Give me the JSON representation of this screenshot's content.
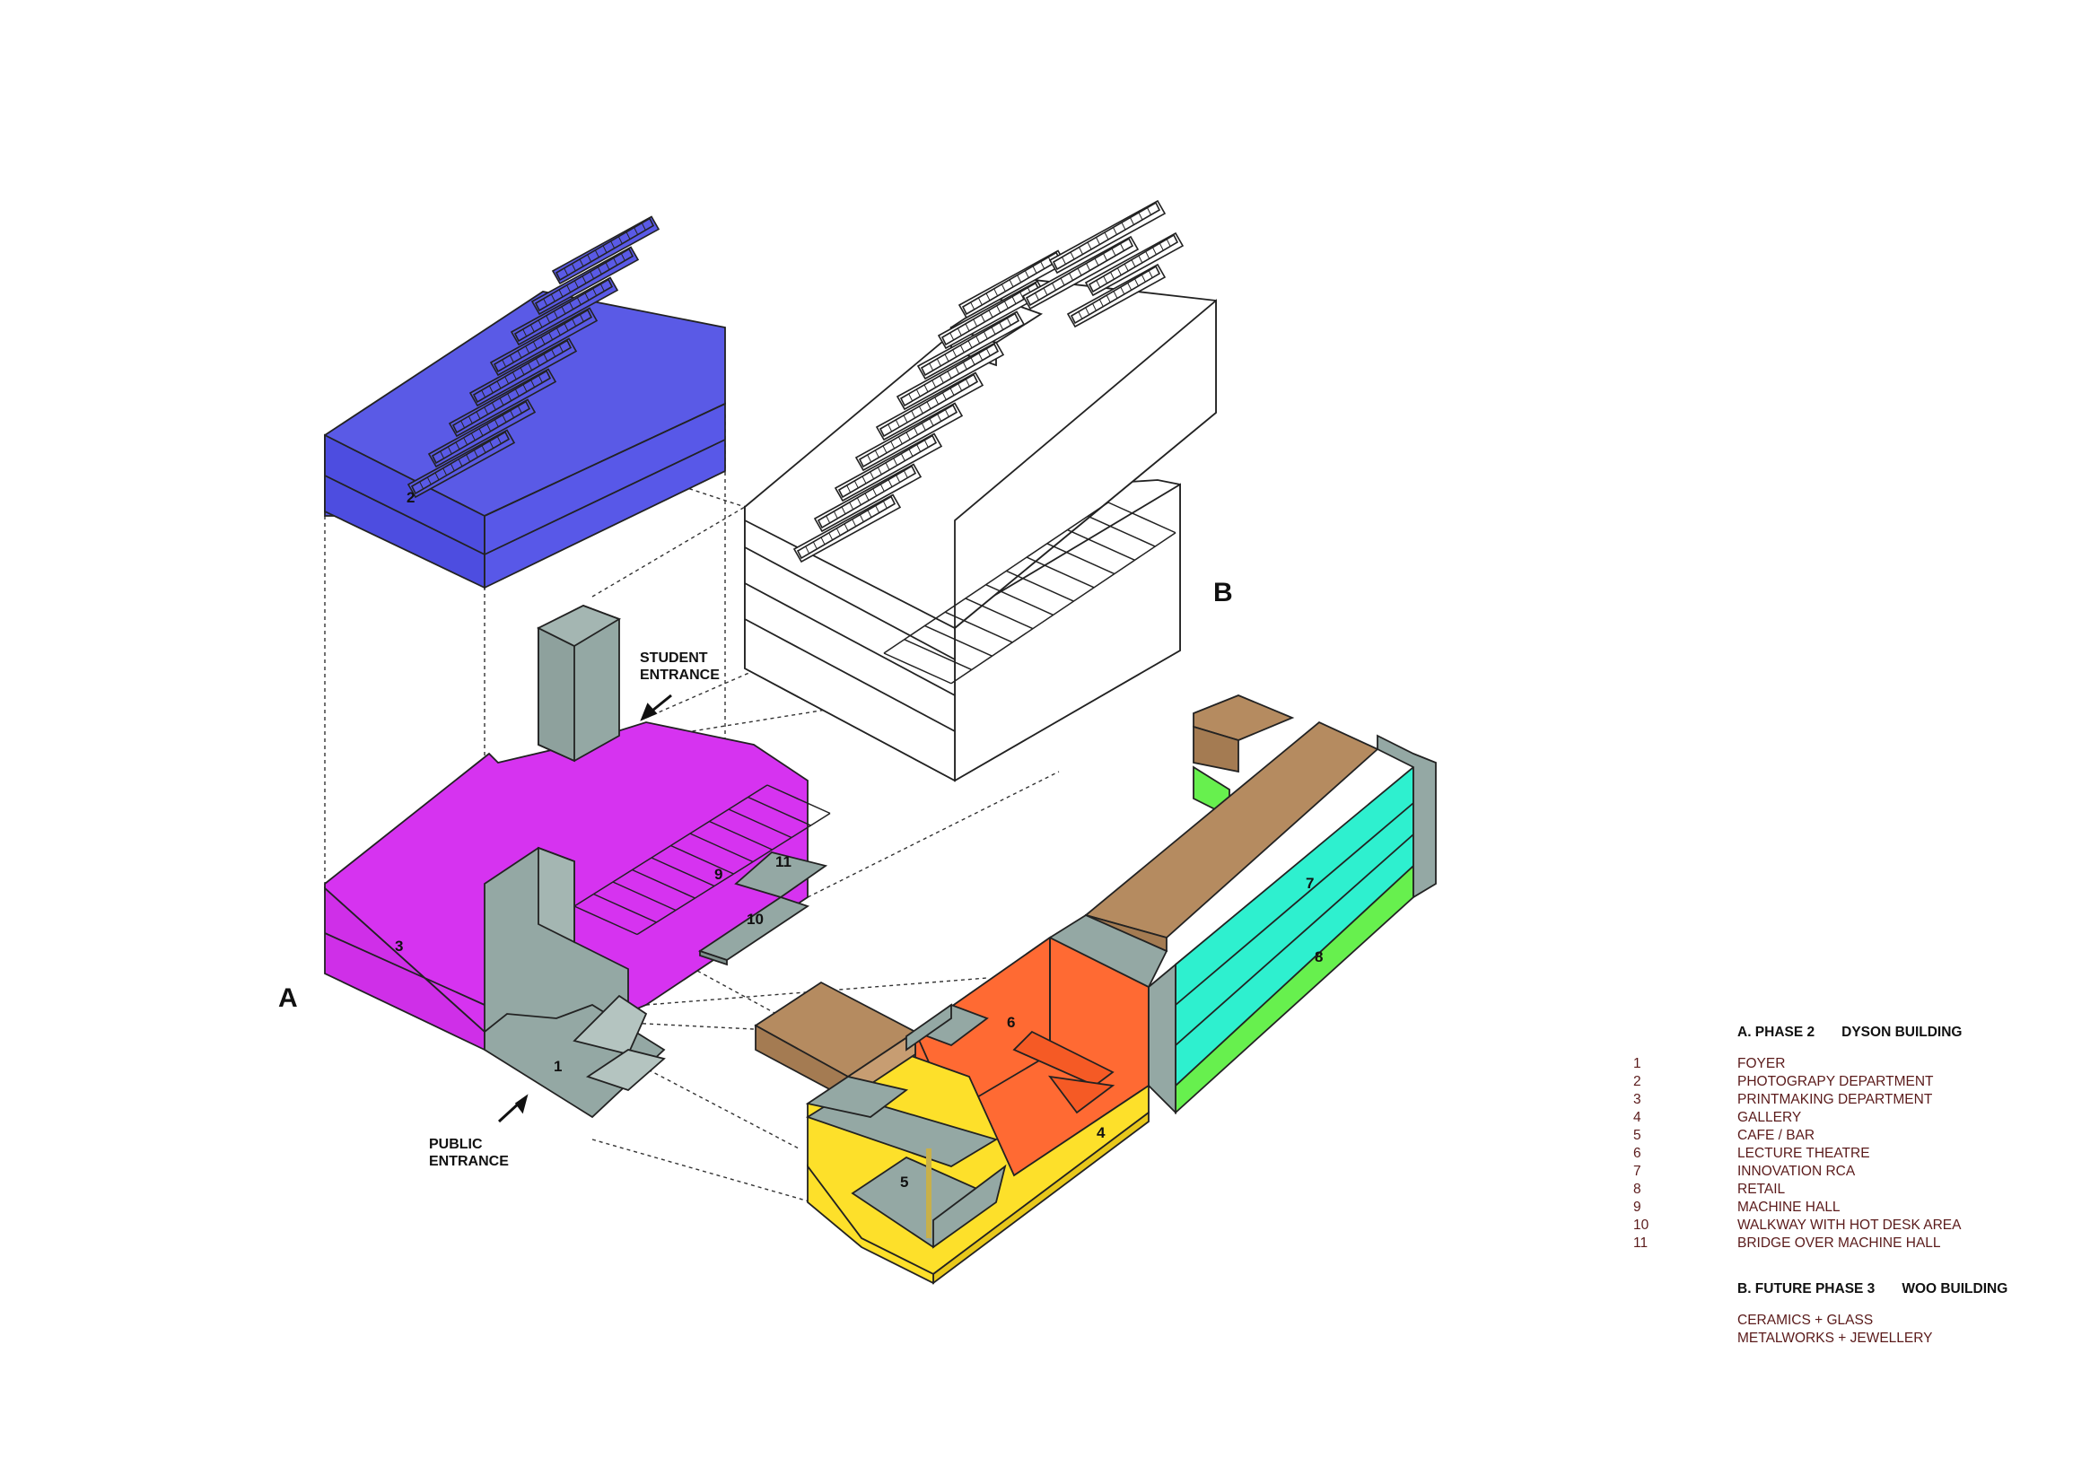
{
  "labels": {
    "building_a": "A",
    "building_b": "B",
    "student_entrance": [
      "STUDENT",
      "ENTRANCE"
    ],
    "public_entrance": [
      "PUBLIC",
      "ENTRANCE"
    ],
    "zone_numbers": [
      "1",
      "2",
      "3",
      "4",
      "5",
      "6",
      "7",
      "8",
      "9",
      "10",
      "11"
    ]
  },
  "legend": {
    "phase_a": {
      "title": "A. PHASE 2",
      "name": "DYSON BUILDING"
    },
    "items": [
      {
        "num": "1",
        "label": "FOYER"
      },
      {
        "num": "2",
        "label": "PHOTOGRAPY DEPARTMENT"
      },
      {
        "num": "3",
        "label": "PRINTMAKING DEPARTMENT"
      },
      {
        "num": "4",
        "label": "GALLERY"
      },
      {
        "num": "5",
        "label": "CAFE / BAR"
      },
      {
        "num": "6",
        "label": "LECTURE THEATRE"
      },
      {
        "num": "7",
        "label": "INNOVATION RCA"
      },
      {
        "num": "8",
        "label": "RETAIL"
      },
      {
        "num": "9",
        "label": "MACHINE HALL"
      },
      {
        "num": "10",
        "label": "WALKWAY WITH HOT DESK AREA"
      },
      {
        "num": "11",
        "label": "BRIDGE OVER MACHINE HALL"
      }
    ],
    "phase_b": {
      "title": "B. FUTURE PHASE 3",
      "name": "WOO BUILDING"
    },
    "phase_b_notes": [
      "CERAMICS + GLASS",
      "METALWORKS + JEWELLERY"
    ]
  },
  "colors": {
    "photography": "#5a5ae6",
    "printmaking": "#d633f0",
    "circulation": "#94a8a4",
    "cafe": "#fde02a",
    "theatre": "#ff6a33",
    "innovation": "#2ef0cf",
    "retail": "#67f04e",
    "wood": "#b58b60",
    "line": "#222222"
  }
}
